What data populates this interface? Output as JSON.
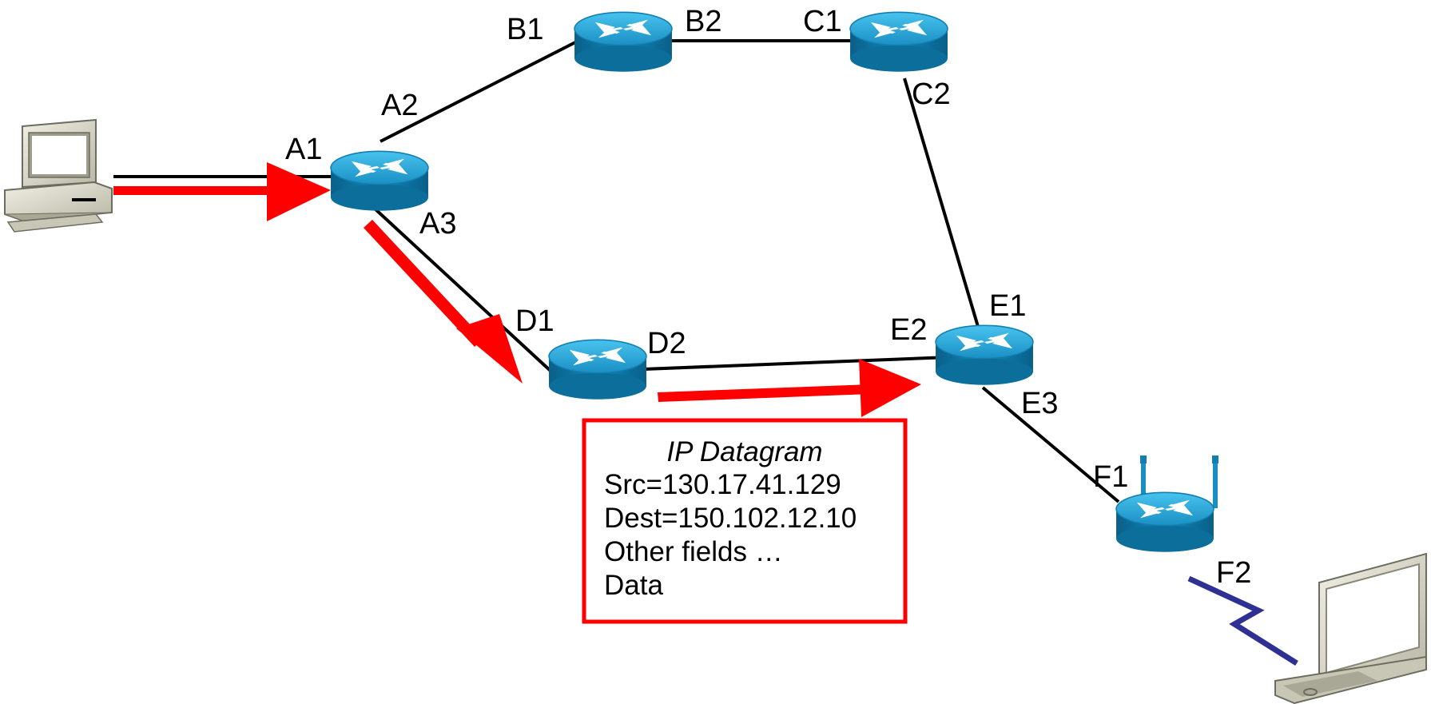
{
  "interfaces": {
    "A1": "A1",
    "A2": "A2",
    "A3": "A3",
    "B1": "B1",
    "B2": "B2",
    "C1": "C1",
    "C2": "C2",
    "D1": "D1",
    "D2": "D2",
    "E1": "E1",
    "E2": "E2",
    "E3": "E3",
    "F1": "F1",
    "F2": "F2"
  },
  "datagram": {
    "title": "IP Datagram",
    "src": "Src=130.17.41.129",
    "dest": "Dest=150.102.12.10",
    "other": "Other fields …",
    "data": "Data"
  },
  "colors": {
    "link": "#000000",
    "path_arrow": "#ff0000",
    "wireless_link": "#2e3192",
    "router_top": "#2aa8d8",
    "router_side": "#0b6e9b",
    "datagram_border": "#ff0000"
  },
  "icons": {
    "routers": [
      "router-icon",
      "wireless-router-icon"
    ],
    "hosts": [
      "desktop-computer-icon",
      "laptop-icon"
    ]
  }
}
